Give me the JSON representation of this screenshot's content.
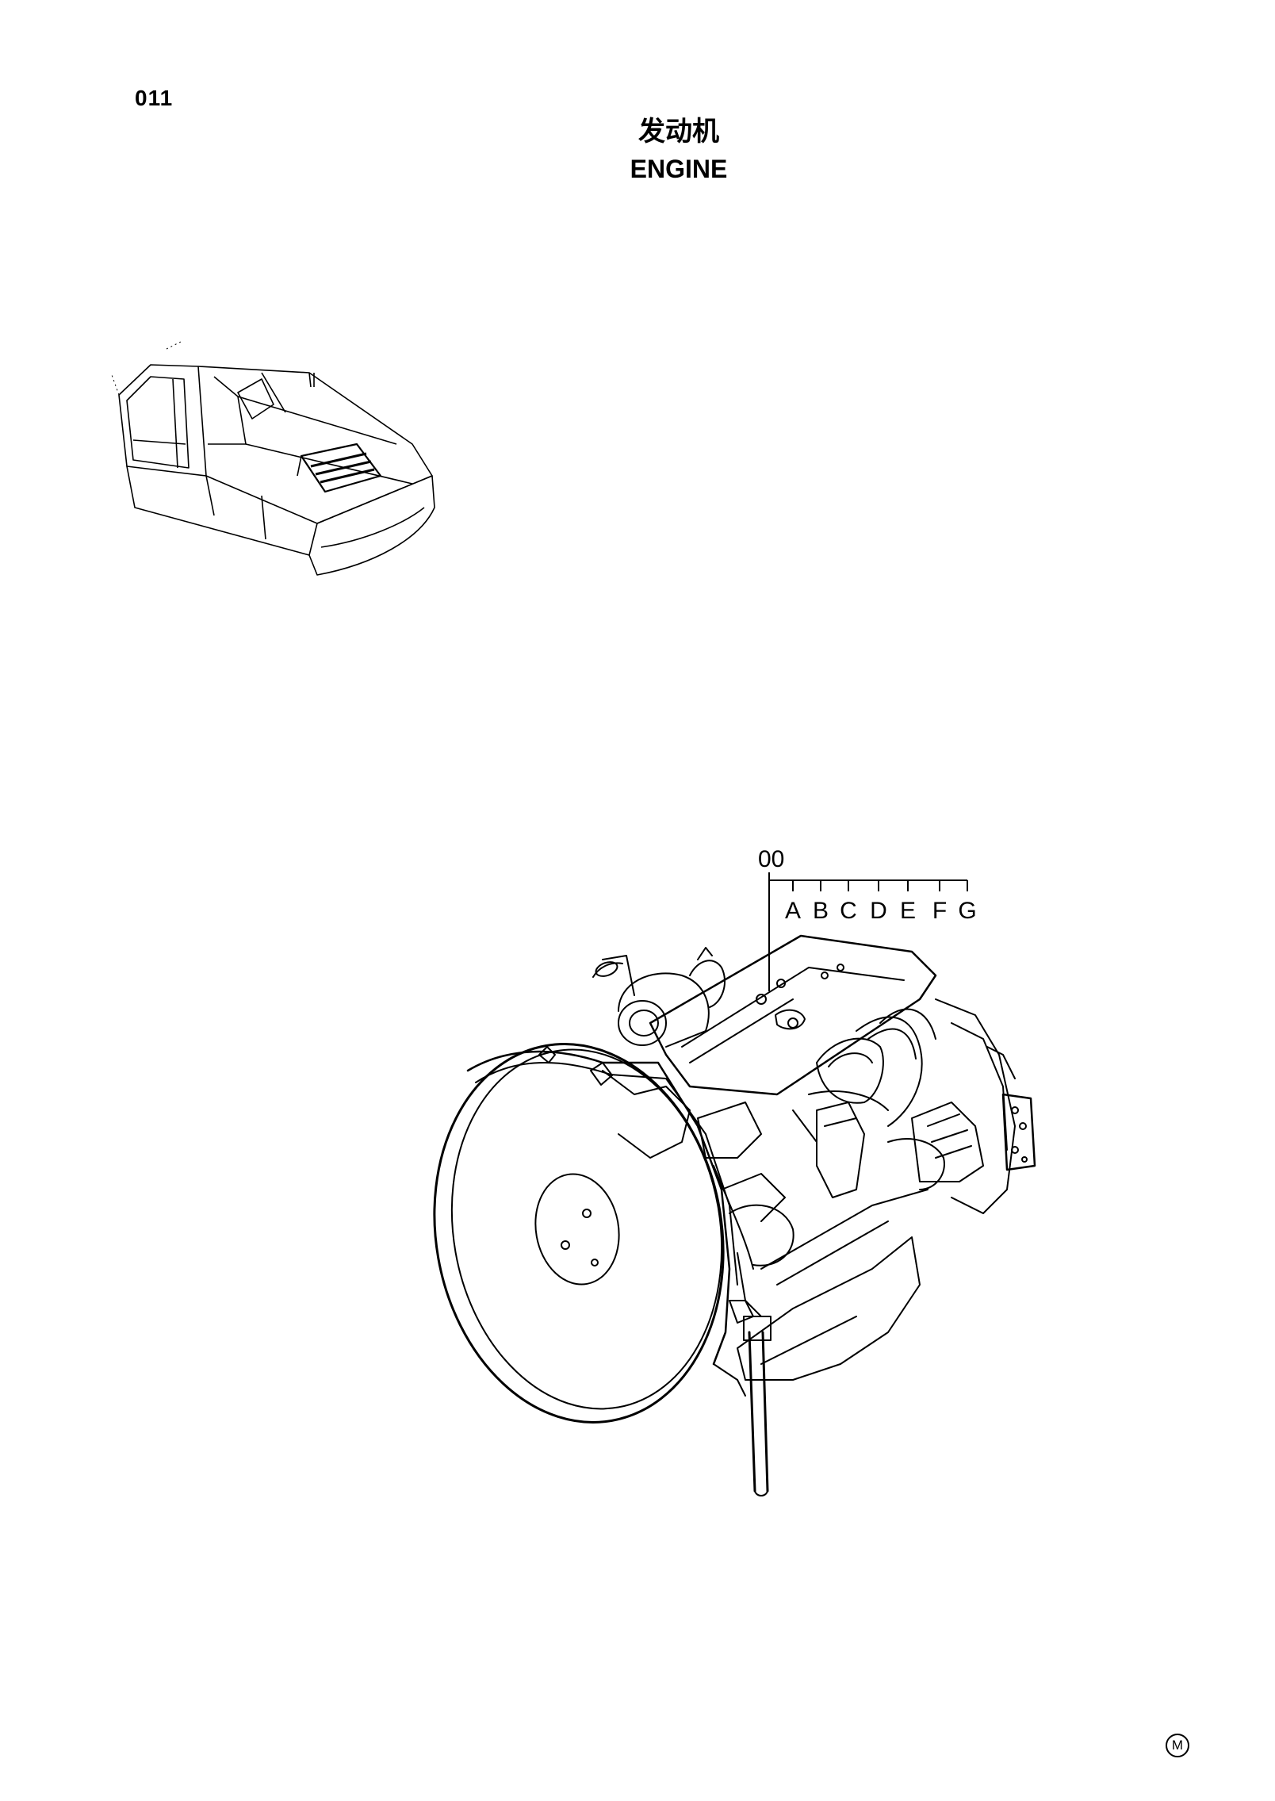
{
  "page": {
    "number": "011",
    "title_cn": "发动机",
    "title_en": "ENGINE",
    "footer_mark": "M"
  },
  "callout": {
    "assembly_ref": "00",
    "variants": [
      "A",
      "B",
      "C",
      "D",
      "E",
      "F",
      "G"
    ]
  },
  "illustrations": [
    {
      "name": "excavator-locator",
      "icon": "excavator-icon"
    },
    {
      "name": "engine-assembly",
      "icon": "engine-icon"
    }
  ]
}
